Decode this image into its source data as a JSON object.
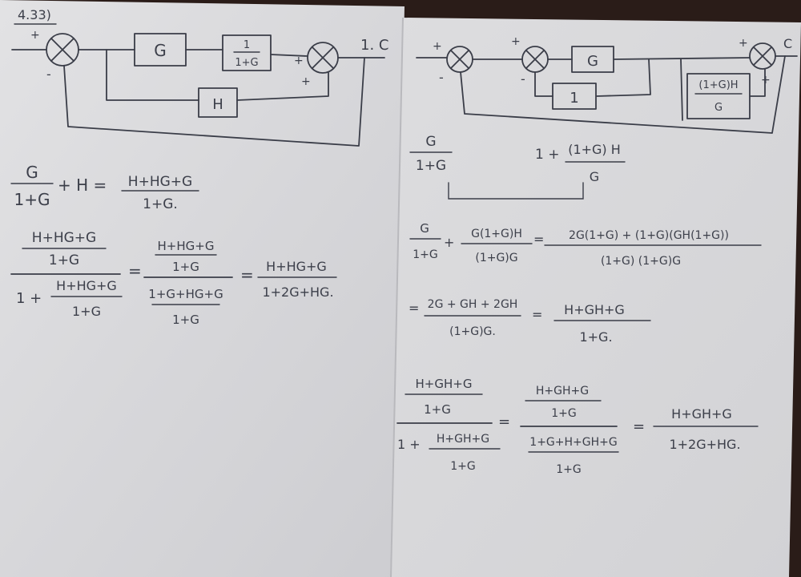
{
  "page": {
    "problem_label": "4.33)",
    "left": {
      "diagram": {
        "block_g": "G",
        "block_inner_num": "1",
        "block_inner_den": "1+G",
        "block_h": "H",
        "output_label": "1. C",
        "sign_plus_1": "+",
        "sign_minus_1": "-",
        "sign_plus_2": "+",
        "sign_plus_3": "+"
      },
      "eq1": {
        "lhs_num": "G",
        "lhs_den": "1+G",
        "plus_h": "+ H =",
        "rhs_num": "H+HG+G",
        "rhs_den": "1+G."
      },
      "eq2": {
        "a_num_num": "H+HG+G",
        "a_num_den": "1+G",
        "a_den_one": "1 +",
        "a_den_num": "H+HG+G",
        "a_den_den": "1+G",
        "eq": "=",
        "b_num_num": "H+HG+G",
        "b_num_den": "1+G",
        "b_den_num": "1+G+HG+G",
        "b_den_den": "1+G",
        "eq2": "=",
        "c_num": "H+HG+G",
        "c_den": "1+2G+HG."
      }
    },
    "right": {
      "diagram": {
        "block_g": "G",
        "block_one": "1",
        "block_fb_num": "(1+G)H",
        "block_fb_den": "G",
        "output_label": "C",
        "sign_plus_1": "+",
        "sign_minus_1": "-",
        "sign_plus_2": "+",
        "sign_minus_2": "-",
        "sign_plus_3": "+",
        "sign_plus_4": "+"
      },
      "note1": {
        "num": "G",
        "den": "1+G"
      },
      "note2": {
        "one": "1 +",
        "num": "(1+G) H",
        "den": "G"
      },
      "eq3": {
        "a_num": "G",
        "a_den": "1+G",
        "plus": "+",
        "b_num": "G(1+G)H",
        "b_den": "(1+G)G",
        "eq": "=",
        "c_num": "2G(1+G) + (1+G)(GH(1+G))",
        "c_den": "(1+G) (1+G)G"
      },
      "eq4": {
        "eq": "=",
        "a_num": "2G + GH + 2GH",
        "a_den": "(1+G)G.",
        "eq2": "=",
        "b_num": "H+GH+G",
        "b_den": "1+G."
      },
      "eq5": {
        "a_num_num": "H+GH+G",
        "a_num_den": "1+G",
        "a_den_one": "1 +",
        "a_den_num": "H+GH+G",
        "a_den_den": "1+G",
        "eq": "=",
        "b_num_num": "H+GH+G",
        "b_num_den": "1+G",
        "b_den_num": "1+G+H+GH+G",
        "b_den_den": "1+G",
        "eq2": "=",
        "c_num": "H+GH+G",
        "c_den": "1+2G+HG."
      }
    },
    "colors": {
      "paper": "#dcdcde",
      "ink": "#3a3d48",
      "background": "#2a1c18"
    }
  }
}
